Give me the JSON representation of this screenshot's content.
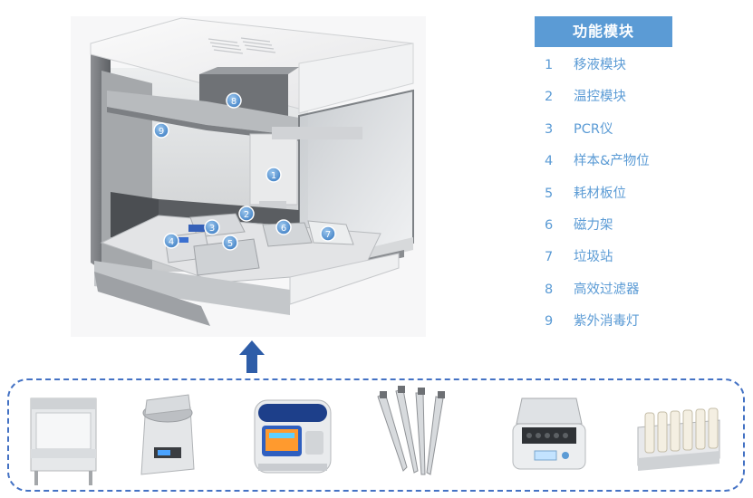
{
  "legend": {
    "title": "功能模块",
    "items": [
      {
        "num": "1",
        "label": "移液模块"
      },
      {
        "num": "2",
        "label": "温控模块"
      },
      {
        "num": "3",
        "label": "PCR仪"
      },
      {
        "num": "4",
        "label": "样本&产物位"
      },
      {
        "num": "5",
        "label": "耗材板位"
      },
      {
        "num": "6",
        "label": "磁力架"
      },
      {
        "num": "7",
        "label": "垃圾站"
      },
      {
        "num": "8",
        "label": "高效过滤器"
      },
      {
        "num": "9",
        "label": "紫外消毒灯"
      }
    ]
  },
  "callouts": [
    "1",
    "2",
    "3",
    "4",
    "5",
    "6",
    "7",
    "8",
    "9"
  ],
  "colors": {
    "accent": "#5b9bd5",
    "tray_border": "#4472c4",
    "arrow": "#2e5da8"
  },
  "equipment_icons": [
    "biosafety-cabinet-icon",
    "centrifuge-icon",
    "pcr-thermocycler-icon",
    "pipettes-icon",
    "dry-bath-heater-icon",
    "magnetic-rack-icon"
  ]
}
